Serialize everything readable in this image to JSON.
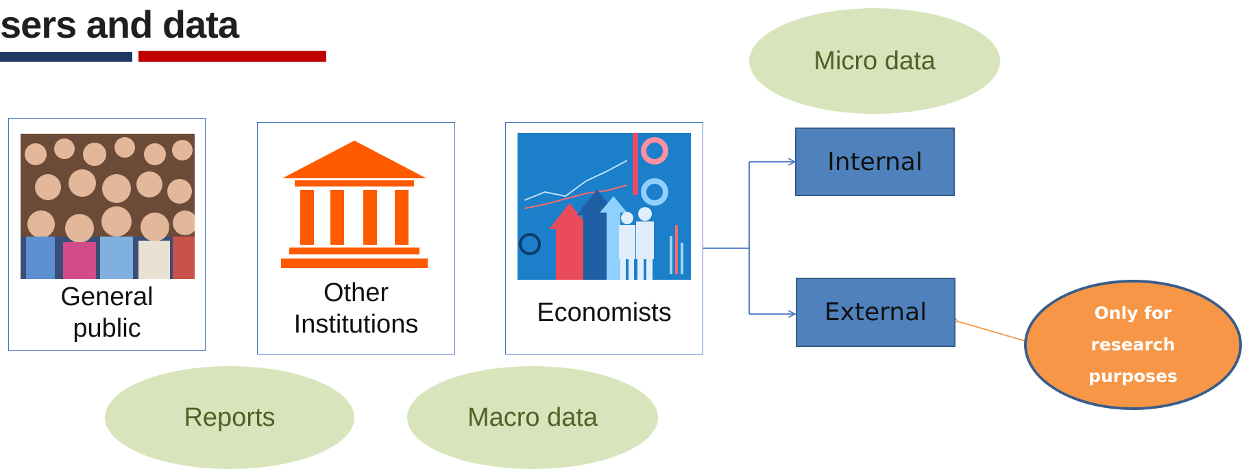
{
  "header": {
    "title": "sers and data"
  },
  "users": [
    {
      "label_line1": "General",
      "label_line2": "public"
    },
    {
      "label_line1": "Other",
      "label_line2": "Institutions"
    },
    {
      "label": "Economists"
    }
  ],
  "ellipses": {
    "micro": "Micro data",
    "reports": "Reports",
    "macro": "Macro data"
  },
  "access": {
    "internal": "Internal",
    "external": "External"
  },
  "note": {
    "line1": "Only for",
    "line2": "research",
    "line3": "purposes"
  },
  "colors": {
    "card_border": "#4472c4",
    "ellipse_fill": "#d8e4bc",
    "ellipse_text": "#4f6228",
    "box_fill": "#4f81bd",
    "note_fill": "#f79646",
    "institution_orange": "#ff5a00",
    "title_bar_blue": "#1f3864",
    "title_bar_red": "#c00000"
  },
  "icons": [
    "crowd-photo-icon",
    "institution-building-icon",
    "economics-chart-icon"
  ]
}
